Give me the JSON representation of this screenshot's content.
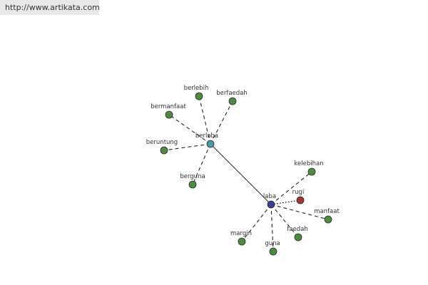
{
  "url": "http://www.artikata.com",
  "colors": {
    "hub": "#4f97a4",
    "root": "#3b3e92",
    "synonym": "#4f8a41",
    "antonym": "#9a3a33",
    "edge": "#222222",
    "node_stroke": "#2a2a2a"
  },
  "nodes": [
    {
      "id": "berlaba",
      "label": "berlaba",
      "type": "hub"
    },
    {
      "id": "laba",
      "label": "laba",
      "type": "root"
    },
    {
      "id": "berlebih",
      "label": "berlebih",
      "type": "synonym"
    },
    {
      "id": "berfaedah",
      "label": "berfaedah",
      "type": "synonym"
    },
    {
      "id": "bermanfaat",
      "label": "bermanfaat",
      "type": "synonym"
    },
    {
      "id": "beruntung",
      "label": "beruntung",
      "type": "synonym"
    },
    {
      "id": "berguna",
      "label": "berguna",
      "type": "synonym"
    },
    {
      "id": "kelebihan",
      "label": "kelebihan",
      "type": "synonym"
    },
    {
      "id": "rugi",
      "label": "rugi",
      "type": "antonym"
    },
    {
      "id": "manfaat",
      "label": "manfaat",
      "type": "synonym"
    },
    {
      "id": "faedah",
      "label": "faedah",
      "type": "synonym"
    },
    {
      "id": "guna",
      "label": "guna",
      "type": "synonym"
    },
    {
      "id": "margin",
      "label": "margin",
      "type": "synonym"
    }
  ],
  "edges": [
    {
      "from": "berlaba",
      "to": "laba",
      "style": "solid"
    },
    {
      "from": "berlaba",
      "to": "berlebih",
      "style": "dashed"
    },
    {
      "from": "berlaba",
      "to": "berfaedah",
      "style": "dashed"
    },
    {
      "from": "berlaba",
      "to": "bermanfaat",
      "style": "dashed"
    },
    {
      "from": "berlaba",
      "to": "beruntung",
      "style": "dashed"
    },
    {
      "from": "berlaba",
      "to": "berguna",
      "style": "dashed"
    },
    {
      "from": "laba",
      "to": "kelebihan",
      "style": "dashed"
    },
    {
      "from": "laba",
      "to": "rugi",
      "style": "dotted"
    },
    {
      "from": "laba",
      "to": "manfaat",
      "style": "dashed"
    },
    {
      "from": "laba",
      "to": "faedah",
      "style": "dashed"
    },
    {
      "from": "laba",
      "to": "guna",
      "style": "dashed"
    },
    {
      "from": "laba",
      "to": "margin",
      "style": "dashed"
    }
  ]
}
